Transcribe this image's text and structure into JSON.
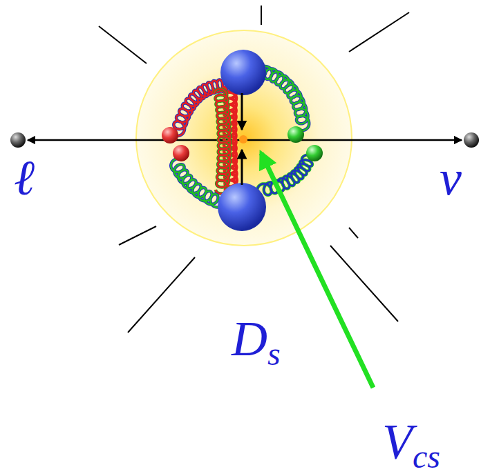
{
  "diagram": {
    "labels": [
      "ℓ",
      "ν",
      "Ds",
      "Vcs"
    ]
  }
}
